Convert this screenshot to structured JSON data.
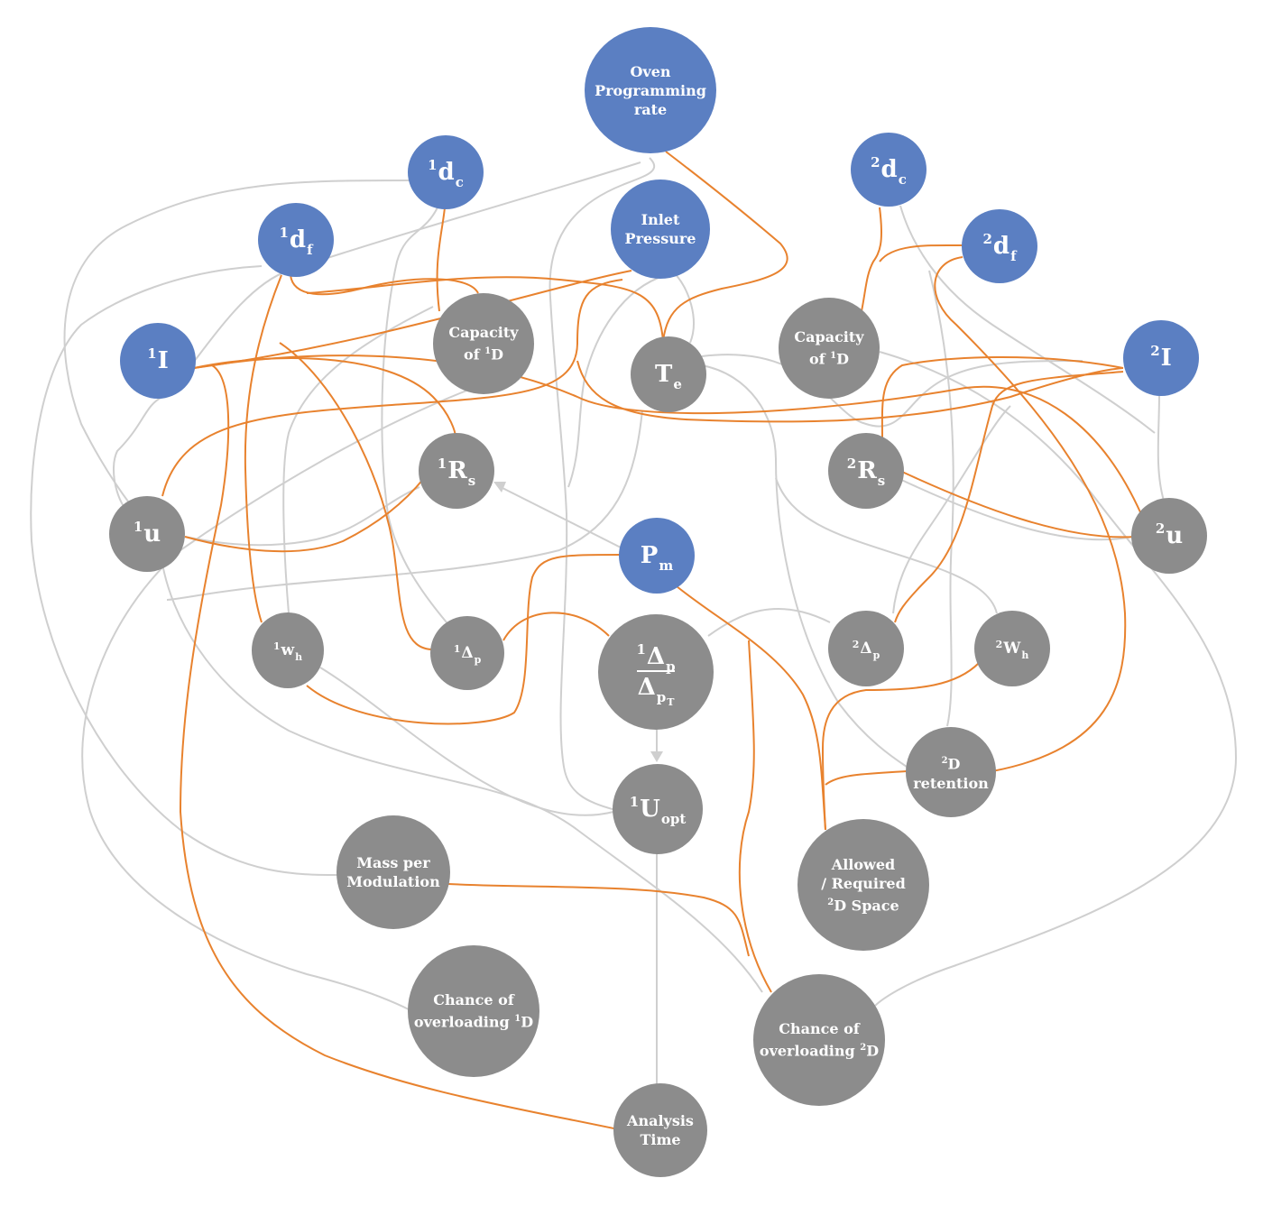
{
  "colors": {
    "blue_node": "#5b7fc2",
    "gray_node": "#8c8c8c",
    "orange_link": "#e8822e",
    "gray_link": "#cfcfcf"
  },
  "nodes": {
    "oven_rate": {
      "label_lines": [
        "Oven",
        "Programming",
        "rate"
      ]
    },
    "d1c": {
      "sup": "1",
      "base": "d",
      "sub": "c"
    },
    "d2c": {
      "sup": "2",
      "base": "d",
      "sub": "c"
    },
    "d1f": {
      "sup": "1",
      "base": "d",
      "sub": "f"
    },
    "d2f": {
      "sup": "2",
      "base": "d",
      "sub": "f"
    },
    "inlet_pressure": {
      "label_lines": [
        "Inlet",
        "Pressure"
      ]
    },
    "i1": {
      "sup": "1",
      "base": "I"
    },
    "i2": {
      "sup": "2",
      "base": "I"
    },
    "cap1": {
      "line1": "Capacity",
      "line2_pre": "of ",
      "line2_sup": "1",
      "line2_post": "D"
    },
    "cap2": {
      "line1": "Capacity",
      "line2_pre": "of ",
      "line2_sup": "1",
      "line2_post": "D"
    },
    "te": {
      "base": "T",
      "sub": "e"
    },
    "r1s": {
      "sup": "1",
      "base": "R",
      "sub": "s"
    },
    "r2s": {
      "sup": "2",
      "base": "R",
      "sub": "s"
    },
    "u1": {
      "sup": "1",
      "base": "u"
    },
    "u2": {
      "sup": "2",
      "base": "u"
    },
    "pm": {
      "base": "P",
      "sub": "m"
    },
    "w1h": {
      "sup": "1",
      "base": "w",
      "sub": "h"
    },
    "dp1": {
      "sup": "1",
      "base": "Δ",
      "sub": "p"
    },
    "ratio": {
      "num_sup": "1",
      "num_base": "Δ",
      "num_sub": "p",
      "den_base": "Δ",
      "den_sub": "p",
      "den_subsub": "T"
    },
    "dp2": {
      "sup": "2",
      "base": "Δ",
      "sub": "p"
    },
    "w2h": {
      "sup": "2",
      "base": "W",
      "sub": "h"
    },
    "retention2d": {
      "line1_sup": "2",
      "line1_post": "D",
      "line2": "retention"
    },
    "u1opt": {
      "sup": "1",
      "base": "U",
      "sub": "opt"
    },
    "mass_mod": {
      "label_lines": [
        "Mass per",
        "Modulation"
      ]
    },
    "allowed2d": {
      "line1": "Allowed",
      "line2": "/ Required",
      "line3_sup": "2",
      "line3_post": "D Space"
    },
    "overload1d": {
      "line1": "Chance of",
      "line2_pre": "overloading ",
      "line2_sup": "1",
      "line2_post": "D"
    },
    "overload2d": {
      "line1": "Chance of",
      "line2_pre": "overloading ",
      "line2_sup": "2",
      "line2_post": "D"
    },
    "analysis_time": {
      "label_lines": [
        "Analysis",
        "Time"
      ]
    }
  }
}
